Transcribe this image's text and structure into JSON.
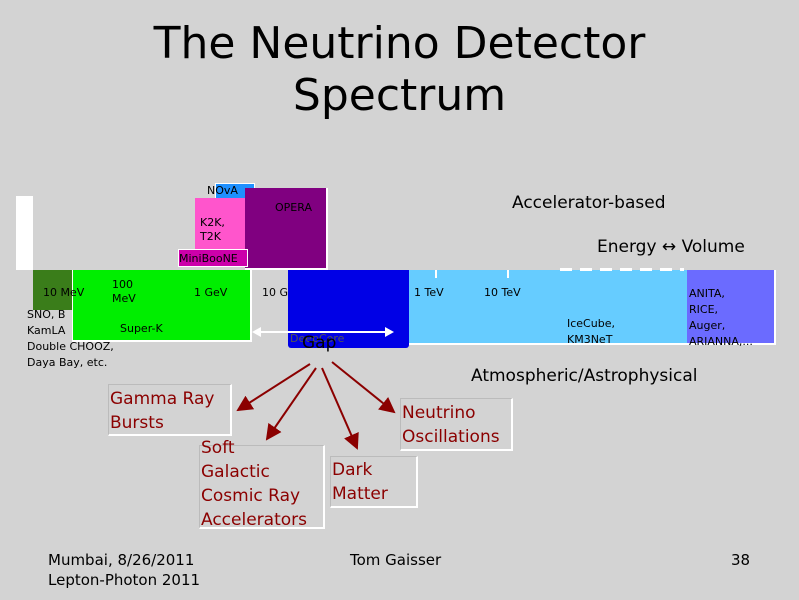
{
  "slide": {
    "title": "The Neutrino Detector\nSpectrum",
    "accelerator_label": "Accelerator-based",
    "energy_volume_label": "Energy ↔ Volume",
    "atmo_label": "Atmospheric/Astrophysical",
    "gap_label": "Gap"
  },
  "energy_ticks": [
    "10 MeV",
    "100\nMeV",
    "1 GeV",
    "10 G",
    "1 TeV",
    "10 TeV"
  ],
  "detectors": {
    "nova": "NOvA",
    "opera": "OPERA",
    "k2k": "K2K,\nT2K",
    "miniboone": "MiniBooNE",
    "superk": "Super-K",
    "reactor": "SNO, B\nKamLA\nDouble CHOOZ,\nDaya Bay, etc.",
    "deepcore": "DeepCore",
    "icecube": "IceCube,\nKM3NeT",
    "anita": "ANITA,\nRICE,\nAuger,\nARIANNA,..."
  },
  "physics": {
    "grb": "Gamma Ray\nBursts",
    "soft": "Soft\nGalactic\nCosmic Ray\nAccelerators",
    "dm": "Dark\nMatter",
    "osc": "Neutrino\nOscillations"
  },
  "footer": {
    "venue": "Mumbai, 8/26/2011\nLepton-Photon 2011",
    "author": "Tom Gaisser",
    "page": "38"
  },
  "colors": {
    "background": "#d3d3d3",
    "superk": "#00ee00",
    "darkgreen": "#3a7d1a",
    "deepcore": "#0000e6",
    "icecube": "#66ccff",
    "anita": "#6b6bff",
    "opera": "#800080",
    "k2k": "#ff55cc",
    "miniboone": "#cc00aa",
    "nova": "#1e90ff",
    "arrow": "#8b0000"
  }
}
